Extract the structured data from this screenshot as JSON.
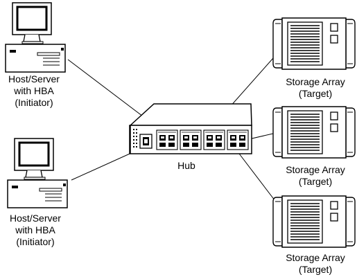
{
  "nodes": {
    "host_top": {
      "lines": [
        "Host/Server",
        "with HBA",
        "(Initiator)"
      ]
    },
    "host_bottom": {
      "lines": [
        "Host/Server",
        "with HBA",
        "(Initiator)"
      ]
    },
    "hub": {
      "label": "Hub"
    },
    "storage_top": {
      "lines": [
        "Storage Array",
        "(Target)"
      ]
    },
    "storage_middle": {
      "lines": [
        "Storage Array",
        "(Target)"
      ]
    },
    "storage_bottom": {
      "lines": [
        "Storage Array",
        "(Target)"
      ]
    }
  },
  "connections": [
    {
      "from": "host_top",
      "to": "hub"
    },
    {
      "from": "host_bottom",
      "to": "hub"
    },
    {
      "from": "storage_top",
      "to": "hub"
    },
    {
      "from": "storage_middle",
      "to": "hub"
    },
    {
      "from": "storage_bottom",
      "to": "hub"
    }
  ]
}
